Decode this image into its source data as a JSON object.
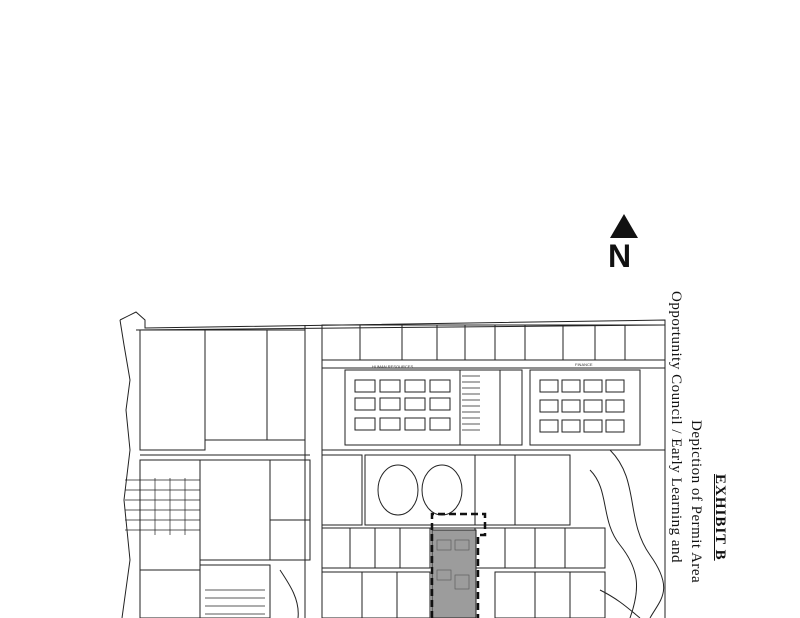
{
  "exhibit": {
    "title": "EXHIBIT B",
    "line1": "Depiction of Permit Area",
    "line2": "Opportunity Council / Early Learning and"
  },
  "north_arrow": {
    "letter": "N"
  },
  "plan": {
    "room_labels": [
      "HUMAN RESOURCES",
      "FINANCE"
    ],
    "permit_area_color": "#9c9c9c",
    "line_color": "#222222"
  }
}
